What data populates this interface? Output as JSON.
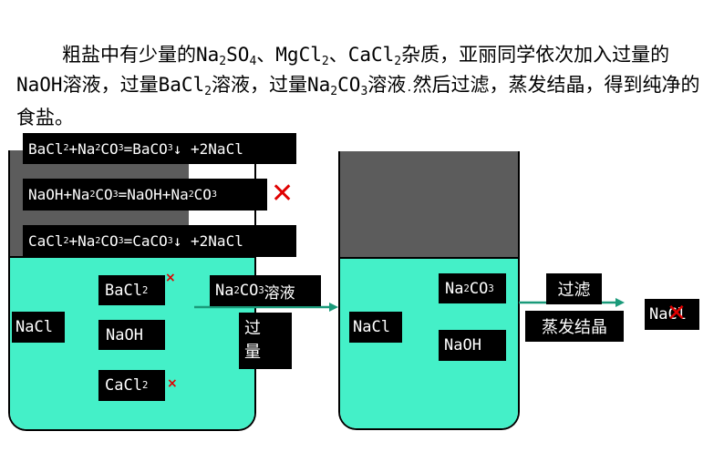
{
  "intro": {
    "p1": "粗盐中有少量的Na",
    "p1s": "2",
    "p2": "SO",
    "p2s": "4",
    "p3": "、MgCl",
    "p3s": "2",
    "p4": "、CaCl",
    "p4s": "2",
    "p5": "杂质，亚丽同学依次加入过量的NaOH溶液，过量BaCl",
    "p5s": "2",
    "p6": "溶液，过量Na",
    "p6s": "2",
    "p7": "CO",
    "p7s": "3",
    "p8": "溶液",
    "p9": ".",
    "p10": "然后过滤，蒸发结晶，得到纯净的食盐。"
  },
  "equations": {
    "eq1": {
      "a": "BaCl",
      "as": "2",
      "b": "+Na",
      "bs": "2",
      "c": "CO",
      "cs": "3",
      "d": "=BaCO",
      "ds": "3",
      "e": "↓",
      "f": "+2NaCl"
    },
    "eq2": {
      "a": "NaOH+Na",
      "as": "2",
      "b": "CO",
      "bs": "3",
      "c": "=NaOH+Na",
      "cs": "2",
      "d": "CO",
      "ds": "3"
    },
    "eq3": {
      "a": "CaCl",
      "as": "2",
      "b": "+Na",
      "bs": "2",
      "c": "CO",
      "cs": "3",
      "d": "=CaCO",
      "ds": "3",
      "e": "↓",
      "f": "+2NaCl"
    }
  },
  "left_beaker": {
    "nacl": "NaCl",
    "bacl2": "BaCl",
    "bacl2_sub": "2",
    "naoh": "NaOH",
    "cacl2": "CaCl",
    "cacl2_sub": "2"
  },
  "step1": {
    "reagent": "Na",
    "reagent_s1": "2",
    "reagent_2": "CO",
    "reagent_s2": "3",
    "reagent_3": "溶液",
    "excess_1": "过",
    "excess_2": "量"
  },
  "mid_beaker": {
    "na2co3_a": "Na",
    "na2co3_s1": "2",
    "na2co3_b": "CO",
    "na2co3_s2": "3",
    "nacl": "NaCl",
    "naoh": "NaOH"
  },
  "step2": {
    "filter": "过滤",
    "evaporate": "蒸发结晶"
  },
  "result": {
    "label": "NaCl"
  },
  "marks": {
    "cross": "✕",
    "small_cross": "×"
  },
  "colors": {
    "liquid": "#44f0c8",
    "gas": "#5c5c5c",
    "arrow": "#1a9a7a",
    "cross": "#e00000"
  }
}
